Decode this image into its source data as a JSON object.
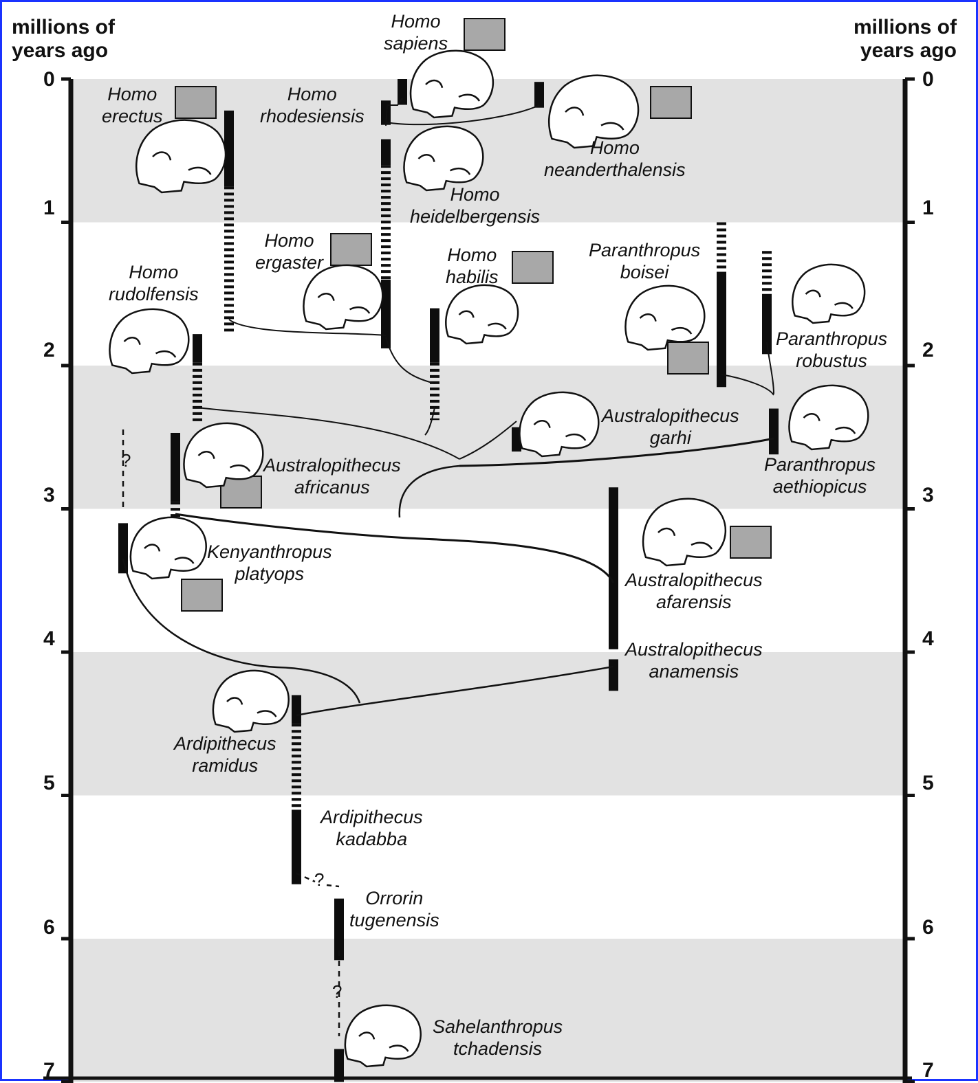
{
  "axis": {
    "label_left": "millions of\nyears ago",
    "label_right": "millions of\nyears ago",
    "ticks": [
      "0",
      "1",
      "2",
      "3",
      "4",
      "5",
      "6",
      "7"
    ],
    "range": [
      0,
      7
    ],
    "shaded_bands": [
      [
        0,
        1
      ],
      [
        2,
        3
      ],
      [
        4,
        5
      ],
      [
        6,
        7
      ]
    ]
  },
  "species": [
    {
      "id": "h-sapiens",
      "line1": "Homo",
      "line2": "sapiens",
      "range": [
        0,
        0.2
      ],
      "certain_from": 0.0,
      "head_square": true
    },
    {
      "id": "h-erectus",
      "line1": "Homo",
      "line2": "erectus",
      "range": [
        0.2,
        1.8
      ],
      "certain_until": 0.75
    },
    {
      "id": "h-rhodesiensis",
      "line1": "Homo",
      "line2": "rhodesiensis",
      "range": [
        0.15,
        0.3
      ]
    },
    {
      "id": "h-neanderthalensis",
      "line1": "Homo",
      "line2": "neanderthalensis",
      "range": [
        0.03,
        0.2
      ]
    },
    {
      "id": "h-heidelbergensis",
      "line1": "Homo",
      "line2": "heidelbergensis",
      "range": [
        0.4,
        1.9
      ]
    },
    {
      "id": "h-ergaster",
      "line1": "Homo",
      "line2": "ergaster",
      "range": [
        1.5,
        1.9
      ]
    },
    {
      "id": "h-habilis",
      "line1": "Homo",
      "line2": "habilis",
      "range": [
        1.6,
        2.4
      ]
    },
    {
      "id": "h-rudolfensis",
      "line1": "Homo",
      "line2": "rudolfensis",
      "range": [
        1.8,
        2.4
      ]
    },
    {
      "id": "p-boisei",
      "line1": "Paranthropus",
      "line2": "boisei",
      "range": [
        1.0,
        2.3
      ]
    },
    {
      "id": "p-robustus",
      "line1": "Paranthropus",
      "line2": "robustus",
      "range": [
        1.2,
        1.9
      ]
    },
    {
      "id": "p-aethiopicus",
      "line1": "Paranthropus",
      "line2": "aethiopicus",
      "range": [
        2.3,
        2.6
      ]
    },
    {
      "id": "a-garhi",
      "line1": "Australopithecus",
      "line2": "garhi",
      "range": [
        2.4,
        2.55
      ]
    },
    {
      "id": "a-africanus",
      "line1": "Australopithecus",
      "line2": "africanus",
      "range": [
        2.5,
        3.1
      ]
    },
    {
      "id": "k-platyops",
      "line1": "Kenyanthropus",
      "line2": "platyops",
      "range": [
        3.1,
        3.45
      ]
    },
    {
      "id": "a-afarensis",
      "line1": "Australopithecus",
      "line2": "afarensis",
      "range": [
        2.85,
        3.95
      ]
    },
    {
      "id": "a-anamensis",
      "line1": "Australopithecus",
      "line2": "anamensis",
      "range": [
        4.05,
        4.25
      ]
    },
    {
      "id": "ar-ramidus",
      "line1": "Ardipithecus",
      "line2": "ramidus",
      "range": [
        4.3,
        5.1
      ]
    },
    {
      "id": "ar-kadabba",
      "line1": "Ardipithecus",
      "line2": "kadabba",
      "range": [
        5.1,
        5.6
      ]
    },
    {
      "id": "o-tugenensis",
      "line1": "Orrorin",
      "line2": "tugenensis",
      "range": [
        5.7,
        6.1
      ]
    },
    {
      "id": "s-tchadensis",
      "line1": "Sahelanthropus",
      "line2": "tchadensis",
      "range": [
        6.8,
        7.0
      ]
    }
  ],
  "question_marks": [
    "?",
    "?",
    "?"
  ]
}
